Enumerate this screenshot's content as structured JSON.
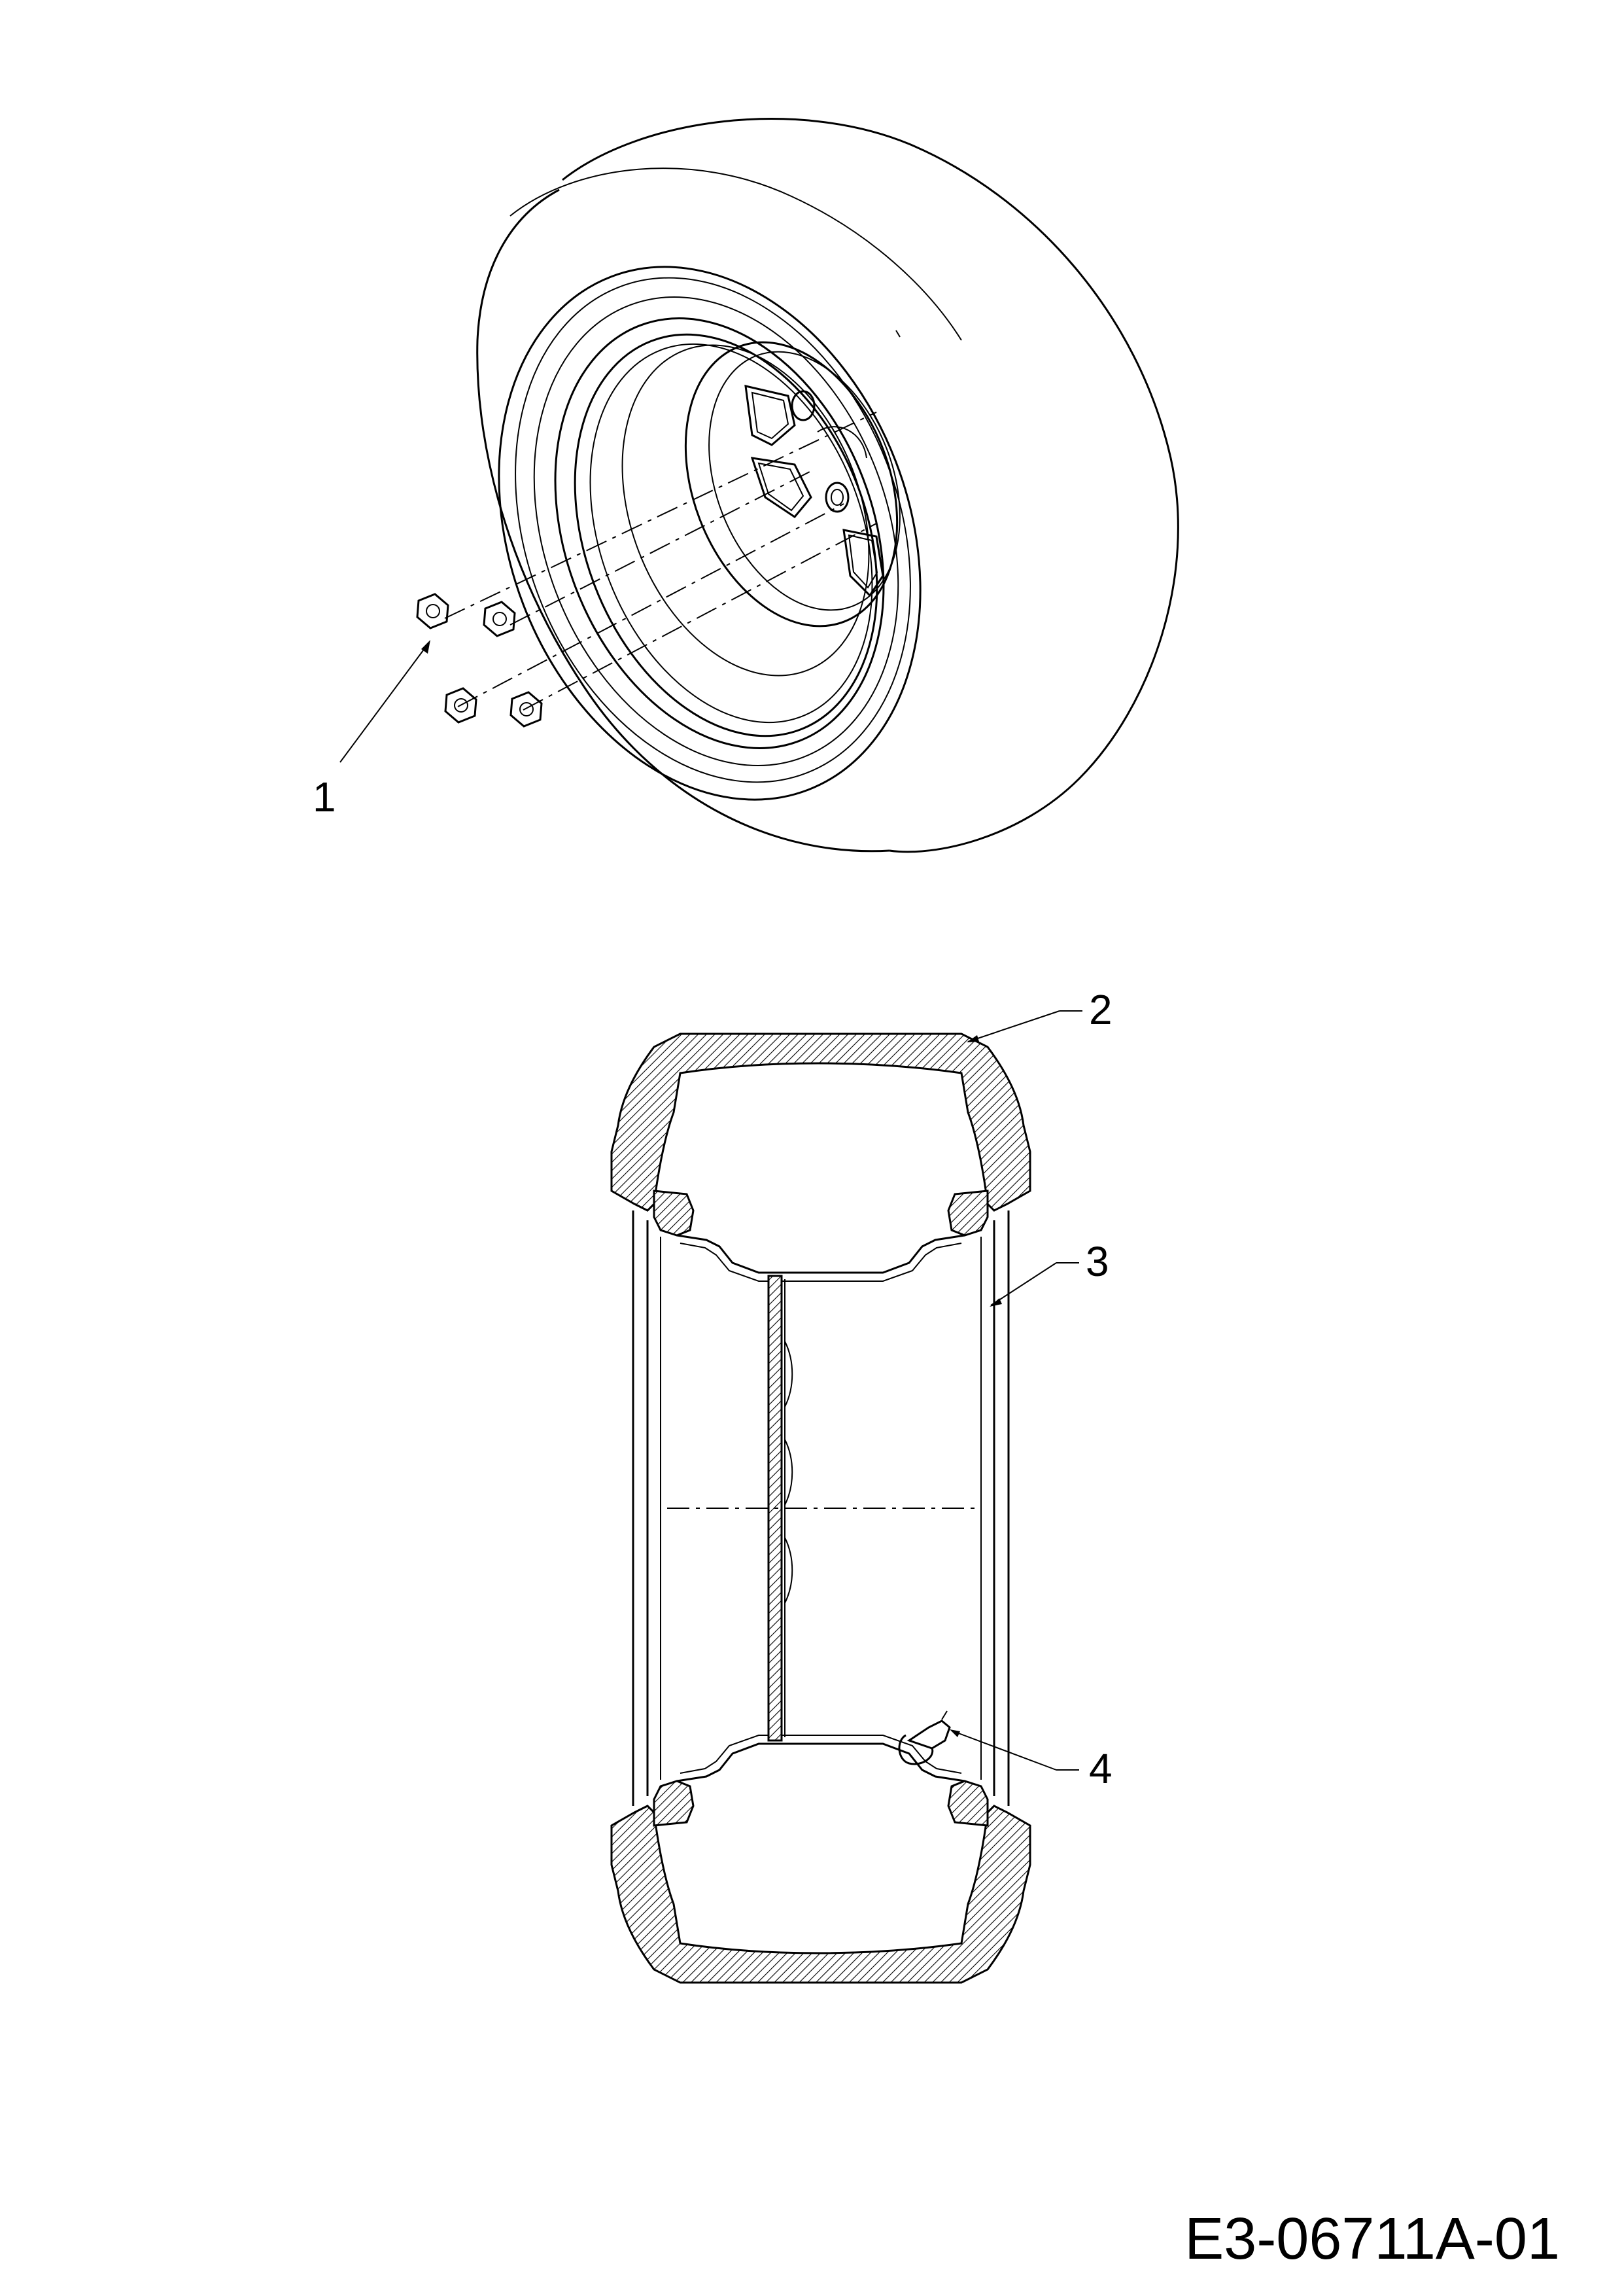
{
  "callouts": [
    {
      "id": "1",
      "label": "1"
    },
    {
      "id": "2",
      "label": "2"
    },
    {
      "id": "3",
      "label": "3"
    },
    {
      "id": "4",
      "label": "4"
    }
  ],
  "drawing_number": "E3-06711A-01"
}
